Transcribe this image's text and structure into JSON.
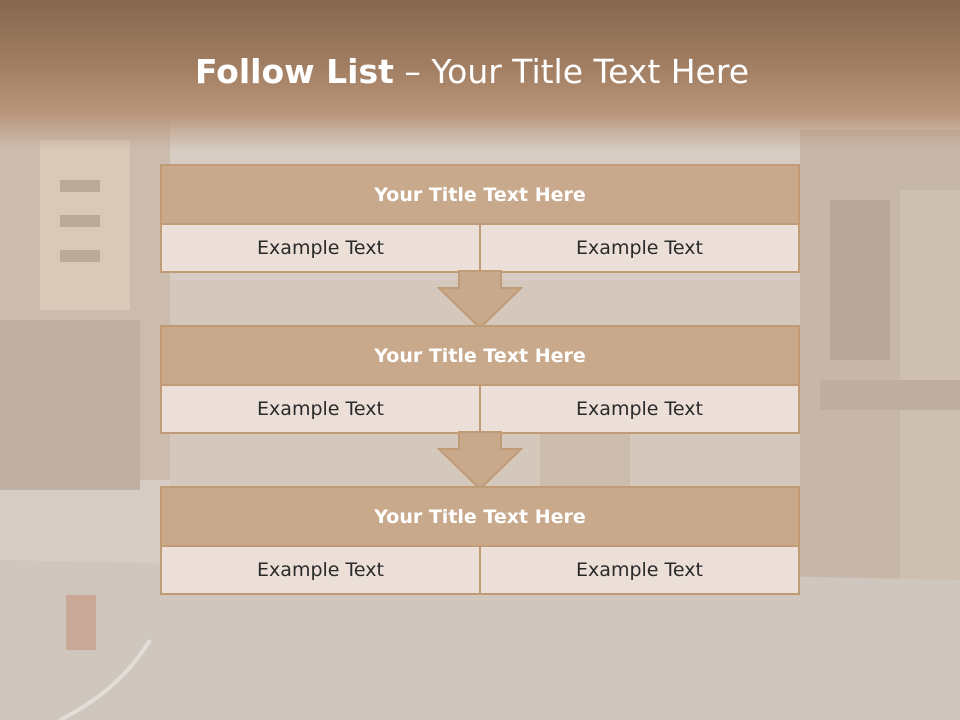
{
  "slide": {
    "title_bold": "Follow List",
    "title_rest": "– Your Title Text Here"
  },
  "steps": [
    {
      "title": "Your Title Text Here",
      "left": "Example Text",
      "right": "Example Text"
    },
    {
      "title": "Your Title Text Here",
      "left": "Example Text",
      "right": "Example Text"
    },
    {
      "title": "Your Title Text Here",
      "left": "Example Text",
      "right": "Example Text"
    }
  ],
  "colors": {
    "accent": "#c19a76",
    "title_fill": "#c9a98c",
    "cell_fill": "#ebdfd7"
  }
}
